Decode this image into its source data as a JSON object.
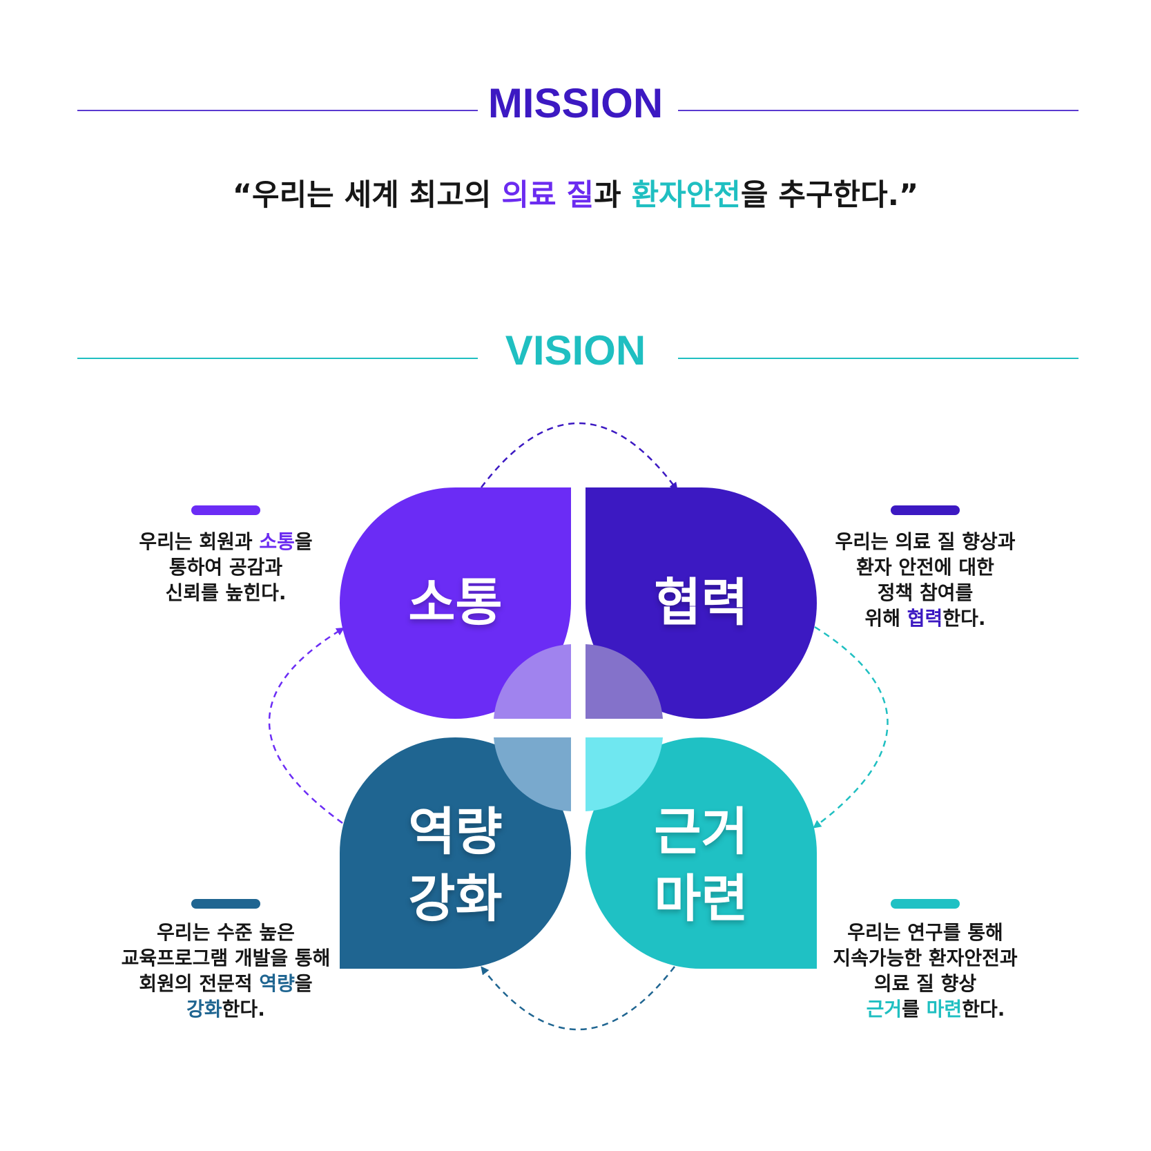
{
  "mission": {
    "title": "MISSION",
    "title_color": "#3c19c2",
    "line_color": "#5a3ad0",
    "quote": {
      "open": "“우리는 세계 최고의 ",
      "hl1": "의료 질",
      "mid": "과 ",
      "hl2": "환자안전",
      "close": "을 추구한다.”"
    }
  },
  "vision": {
    "title": "VISION",
    "title_color": "#1fbfc1",
    "line_color": "#1fbfc1",
    "petals": {
      "tl": {
        "label": "소통",
        "color": "#6b2cf5"
      },
      "tr": {
        "label": "협력",
        "color": "#3c19c2"
      },
      "bl": {
        "label1": "역량",
        "label2": "강화",
        "color": "#1f6591"
      },
      "br": {
        "label1": "근거",
        "label2": "마련",
        "color": "#1fc1c4"
      }
    },
    "descriptions": {
      "tl": {
        "l1a": "우리는 회원과 ",
        "l1hl": "소통",
        "l1b": "을",
        "l2": "통하여 공감과",
        "l3": "신뢰를 높힌다."
      },
      "tr": {
        "l1": "우리는 의료 질 향상과",
        "l2": "환자 안전에 대한",
        "l3": "정책 참여를",
        "l4a": "위해 ",
        "l4hl": "협력",
        "l4b": "한다."
      },
      "bl": {
        "l1": "우리는 수준 높은",
        "l2": "교육프로그램 개발을 통해",
        "l3a": "회원의 전문적 ",
        "l3hl": "역량",
        "l3b": "을",
        "l4hl": "강화",
        "l4b": "한다."
      },
      "br": {
        "l1": "우리는 연구를 통해",
        "l2": "지속가능한 환자안전과",
        "l3": "의료 질 향상",
        "l4hl1": "근거",
        "l4mid": "를 ",
        "l4hl2": "마련",
        "l4b": "한다."
      }
    }
  }
}
